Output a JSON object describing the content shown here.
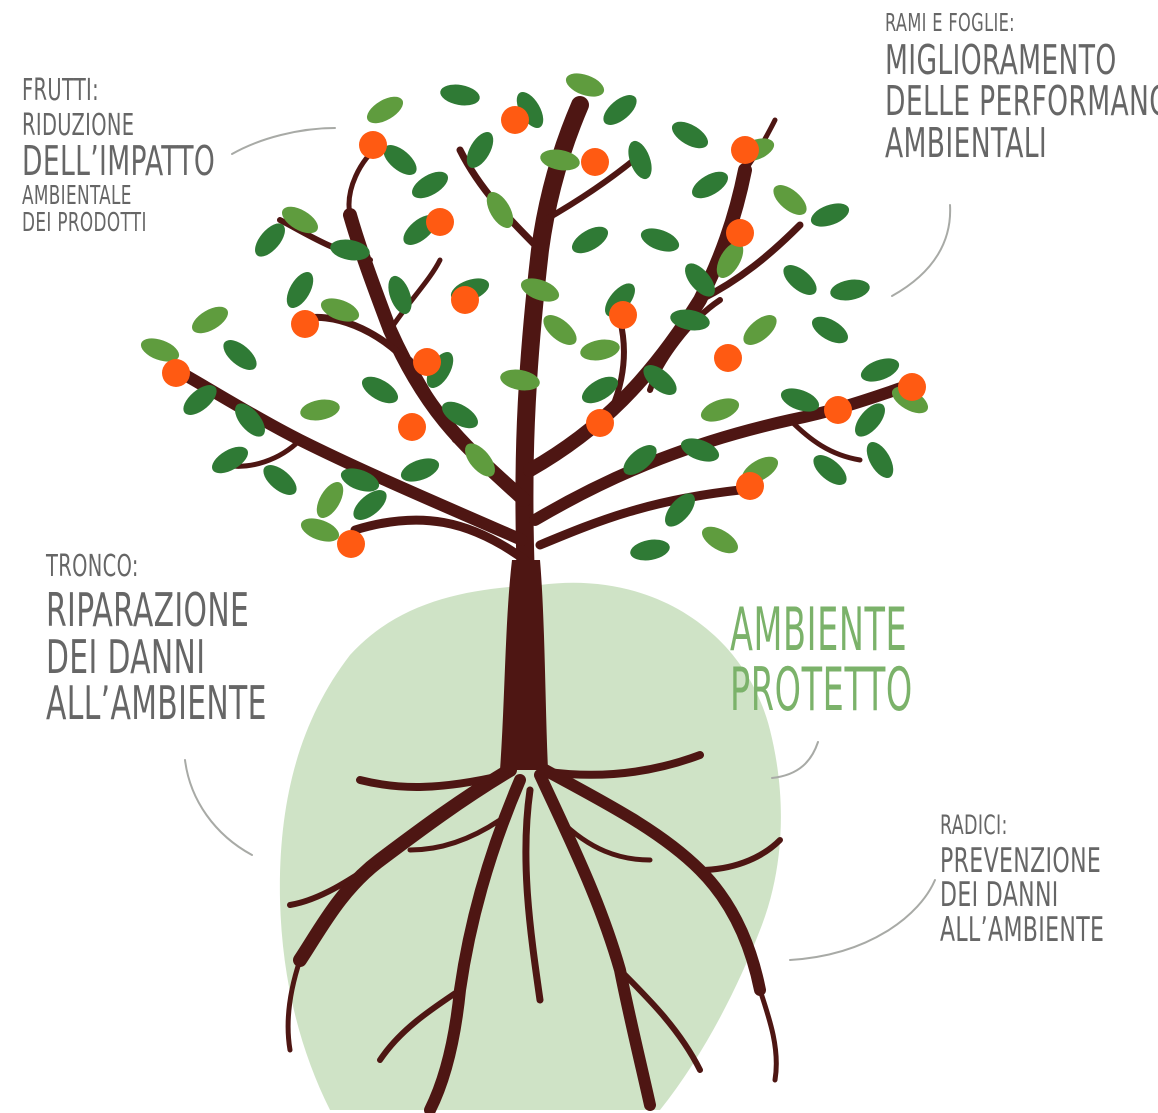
{
  "colors": {
    "background": "#ffffff",
    "ground": "#cfe3c6",
    "trunk": "#4e1613",
    "leaf_dark": "#2f7a35",
    "leaf_light": "#5f9c3e",
    "fruit": "#ff5a12",
    "label_text": "#666666",
    "title_text": "#7bb26a",
    "connector": "#a8aaa6"
  },
  "labels": {
    "frutti": {
      "heading": "Frutti:",
      "lines": [
        "Riduzione",
        "dell’impatto",
        "ambientale",
        "dei prodotti"
      ]
    },
    "rami": {
      "heading": "Rami e foglie:",
      "lines": [
        "Miglioramento",
        "delle performance",
        "ambientali"
      ]
    },
    "tronco": {
      "heading": "Tronco:",
      "lines": [
        "Riparazione",
        "dei danni",
        "all’ambiente"
      ]
    },
    "radici": {
      "heading": "Radici:",
      "lines": [
        "Prevenzione",
        "dei danni",
        "all’ambiente"
      ]
    },
    "center": {
      "lines": [
        "Ambiente",
        "protetto"
      ]
    }
  },
  "icons": {
    "tree": "tree-illustration",
    "ground": "green-blob",
    "connectors": "curved-line"
  }
}
